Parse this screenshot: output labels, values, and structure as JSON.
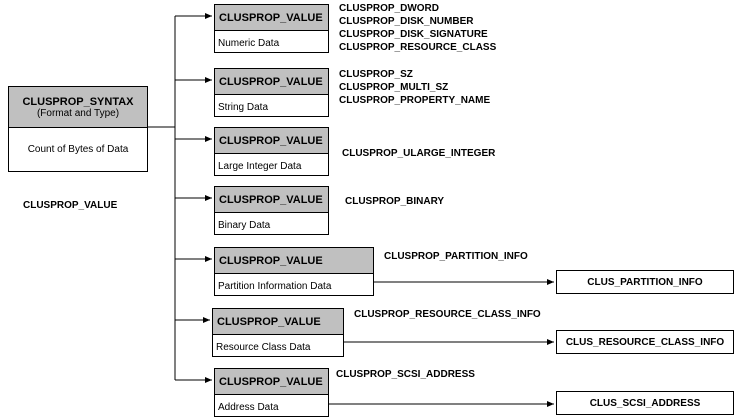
{
  "syntax": {
    "title": "CLUSPROP_SYNTAX",
    "subtitle": "(Format and Type)",
    "count_label": "Count of Bytes of Data"
  },
  "value_label": "CLUSPROP_VALUE",
  "values": [
    {
      "header": "CLUSPROP_VALUE",
      "body": "Numeric Data",
      "types": [
        "CLUSPROP_DWORD",
        "CLUSPROP_DISK_NUMBER",
        "CLUSPROP_DISK_SIGNATURE",
        "CLUSPROP_RESOURCE_CLASS"
      ]
    },
    {
      "header": "CLUSPROP_VALUE",
      "body": "String Data",
      "types": [
        "CLUSPROP_SZ",
        "CLUSPROP_MULTI_SZ",
        "CLUSPROP_PROPERTY_NAME"
      ]
    },
    {
      "header": "CLUSPROP_VALUE",
      "body": "Large Integer Data",
      "types": [
        "CLUSPROP_ULARGE_INTEGER"
      ]
    },
    {
      "header": "CLUSPROP_VALUE",
      "body": "Binary Data",
      "types": [
        "CLUSPROP_BINARY"
      ]
    },
    {
      "header": "CLUSPROP_VALUE",
      "body": "Partition Information Data",
      "types": [
        "CLUSPROP_PARTITION_INFO"
      ],
      "target": "CLUS_PARTITION_INFO"
    },
    {
      "header": "CLUSPROP_VALUE",
      "body": "Resource Class Data",
      "types": [
        "CLUSPROP_RESOURCE_CLASS_INFO"
      ],
      "target": "CLUS_RESOURCE_CLASS_INFO"
    },
    {
      "header": "CLUSPROP_VALUE",
      "body": "Address Data",
      "types": [
        "CLUSPROP_SCSI_ADDRESS"
      ],
      "target": "CLUS_SCSI_ADDRESS"
    }
  ]
}
